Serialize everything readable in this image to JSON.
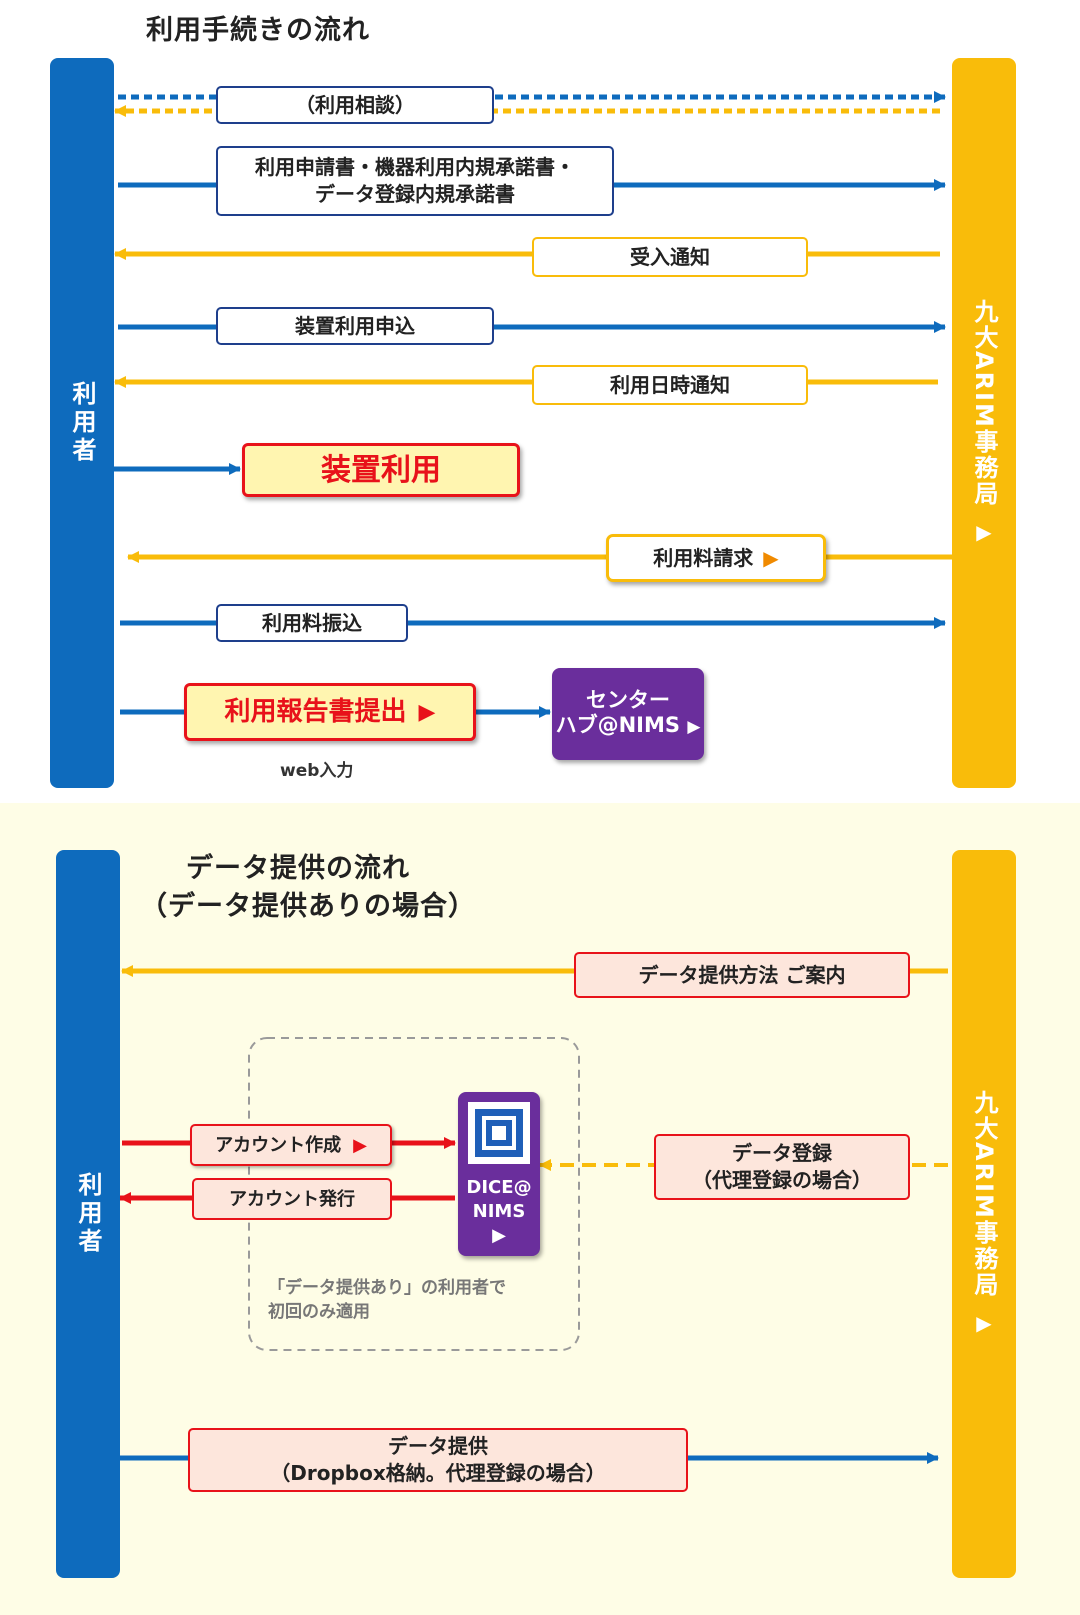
{
  "section1": {
    "title": "利用手続きの流れ",
    "left_column": "利用者",
    "right_column": "九大ARIM事務局",
    "right_marker": "▶",
    "messages": {
      "consult": "（利用相談）",
      "apply_line1": "利用申請書・機器利用内規承諾書・",
      "apply_line2": "データ登録内規承諾書",
      "accept": "受入通知",
      "device_apply": "装置利用申込",
      "date_notice": "利用日時通知",
      "device_use": "装置利用",
      "fee_request": "利用料請求",
      "fee_request_marker": "▶",
      "fee_payment": "利用料振込",
      "report": "利用報告書提出",
      "report_marker": "▶",
      "web_input": "web入力",
      "center_line1": "センター",
      "center_line2": "ハブ@NIMS",
      "center_marker": "▶"
    }
  },
  "section2": {
    "title_line1": "データ提供の流れ",
    "title_line2": "（データ提供ありの場合）",
    "left_column": "利用者",
    "right_column": "九大ARIM事務局",
    "right_marker": "▶",
    "messages": {
      "guide": "データ提供方法 ご案内",
      "account_create": "アカウント作成",
      "account_create_marker": "▶",
      "account_issue": "アカウント発行",
      "dice_line1": "DICE@",
      "dice_line2": "NIMS",
      "dice_marker": "▶",
      "data_register_line1": "データ登録",
      "data_register_line2": "（代理登録の場合）",
      "note_line1": "「データ提供あり」の利用者で",
      "note_line2": "初回のみ適用",
      "data_provide_line1": "データ提供",
      "data_provide_line2": "（Dropbox格納。代理登録の場合）"
    }
  },
  "colors": {
    "blue": "#0e6bbd",
    "yellow": "#f9bc0a",
    "red": "#e8121a",
    "purple": "#6a2e9c",
    "section2_bg": "#fefde6"
  }
}
